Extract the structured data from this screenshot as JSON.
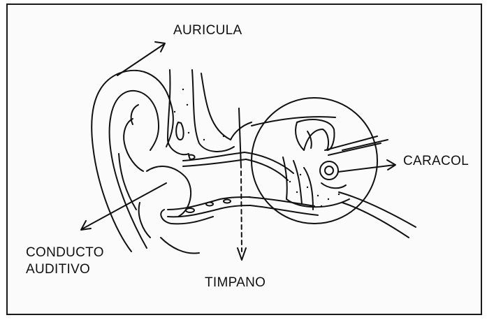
{
  "labels": {
    "auricula": "AURICULA",
    "caracol": "CARACOL",
    "conducto_line1": "CONDUCTO",
    "conducto_line2": "AUDITIVO",
    "timpano": "TIMPANO"
  },
  "colors": {
    "ink": "#111111",
    "background": "#fbfbfb",
    "frame": "#1a1a1a"
  }
}
